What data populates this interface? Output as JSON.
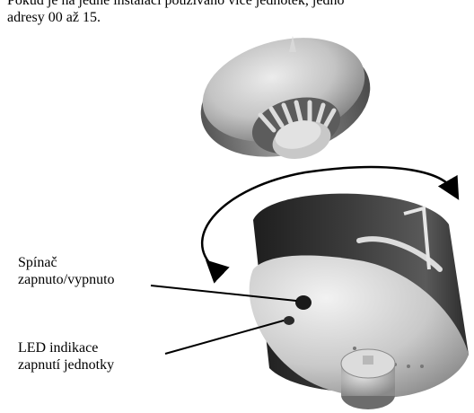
{
  "text": {
    "line1": "Pokud je na jedné instalaci používáno více jednotek,  jedno",
    "line2": "adresy 00 až 15."
  },
  "labels": {
    "switch_line1": "Spínač",
    "switch_line2": "zapnuto/vypnuto",
    "led_line1": "LED indikace",
    "led_line2": "zapnutí jednotky"
  },
  "colors": {
    "detector_head": "#bdbdbd",
    "base_dark": "#2f2f2f",
    "base_light": "#d8d8d8",
    "arrow": "#000000"
  }
}
